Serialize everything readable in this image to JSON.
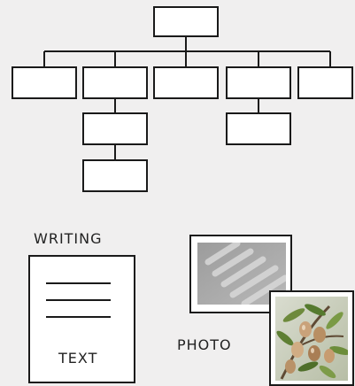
{
  "labels": {
    "writing": "WRITING",
    "text": "TEXT",
    "photo": "PHOTO"
  },
  "icons": {
    "org_chart": "hierarchy-icon",
    "document": "document-icon",
    "photo_gray": "shadow-photo-icon",
    "photo_color": "plant-photo-icon"
  },
  "colors": {
    "background": "#f0efef",
    "stroke": "#1a1a1a",
    "box_fill": "#ffffff"
  }
}
